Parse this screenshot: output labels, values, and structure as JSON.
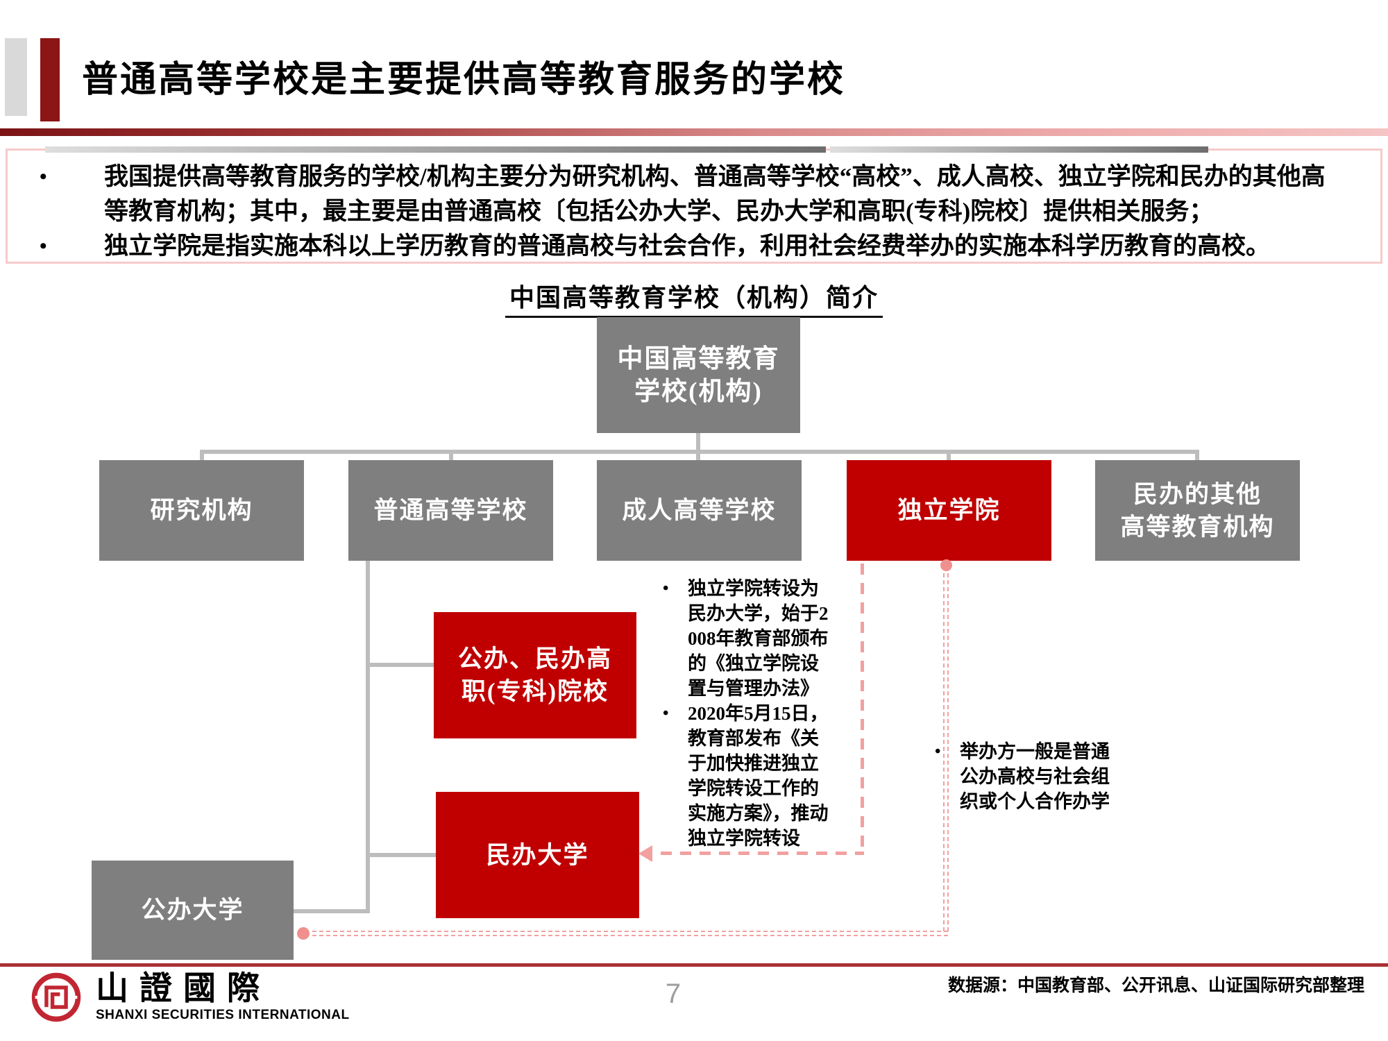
{
  "header": {
    "title": "普通高等学校是主要提供高等教育服务的学校"
  },
  "callout": {
    "bullet_char": "•",
    "bullets": [
      "我国提供高等教育服务的学校/机构主要分为研究机构、普通高等学校“高校”、成人高校、独立学院和民办的其他高等教育机构；其中，最主要是由普通高校〔包括公办大学、民办大学和高职(专科)院校〕提供相关服务；",
      "独立学院是指实施本科以上学历教育的普通高校与社会合作，利用社会经费举办的实施本科学历教育的高校。"
    ]
  },
  "diagram": {
    "title": "中国高等教育学校（机构）简介",
    "root": {
      "lines": [
        "中国高等教育",
        "学校(机构)"
      ]
    },
    "level2": [
      {
        "lines": [
          "研究机构",
          ""
        ]
      },
      {
        "lines": [
          "普通高等学校",
          ""
        ]
      },
      {
        "lines": [
          "成人高等学校",
          ""
        ]
      },
      {
        "lines": [
          "独立学院",
          ""
        ]
      },
      {
        "lines": [
          "民办的其他",
          "高等教育机构"
        ]
      }
    ],
    "children": {
      "vocational": {
        "lines": [
          "公办、民办高",
          "职(专科)院校"
        ]
      },
      "private_university": {
        "lines": [
          "民办大学"
        ]
      },
      "public_university": {
        "lines": [
          "公办大学"
        ]
      }
    },
    "notes_left": {
      "bullet_char": "•",
      "bullets": [
        "独立学院转设为民办大学，始于2008年教育部颁布的《独立学院设置与管理办法》",
        "2020年5月15日，教育部发布《关于加快推进独立学院转设工作的实施方案》，推动独立学院转设"
      ]
    },
    "note_right": {
      "bullet_char": "•",
      "bullets": [
        "举办方一般是普通公办高校与社会组织或个人合作办学"
      ]
    }
  },
  "footer": {
    "logo_cn": "山證國際",
    "logo_en": "SHANXI SECURITIES INTERNATIONAL",
    "page_number": "7",
    "source": "数据源：中国教育部、公开讯息、山证国际研究部整理"
  },
  "colors": {
    "box_gray": "#7f7f7f",
    "box_red": "#c00000",
    "connector_gray": "#bdbdbd",
    "dash_pink": "#f2a0a0",
    "dot_pink": "#f0908e",
    "callout_border": "#f7caca",
    "divider_dark_red": "#7b1315",
    "footer_line_red": "#a93034",
    "brand_red": "#c22633"
  }
}
